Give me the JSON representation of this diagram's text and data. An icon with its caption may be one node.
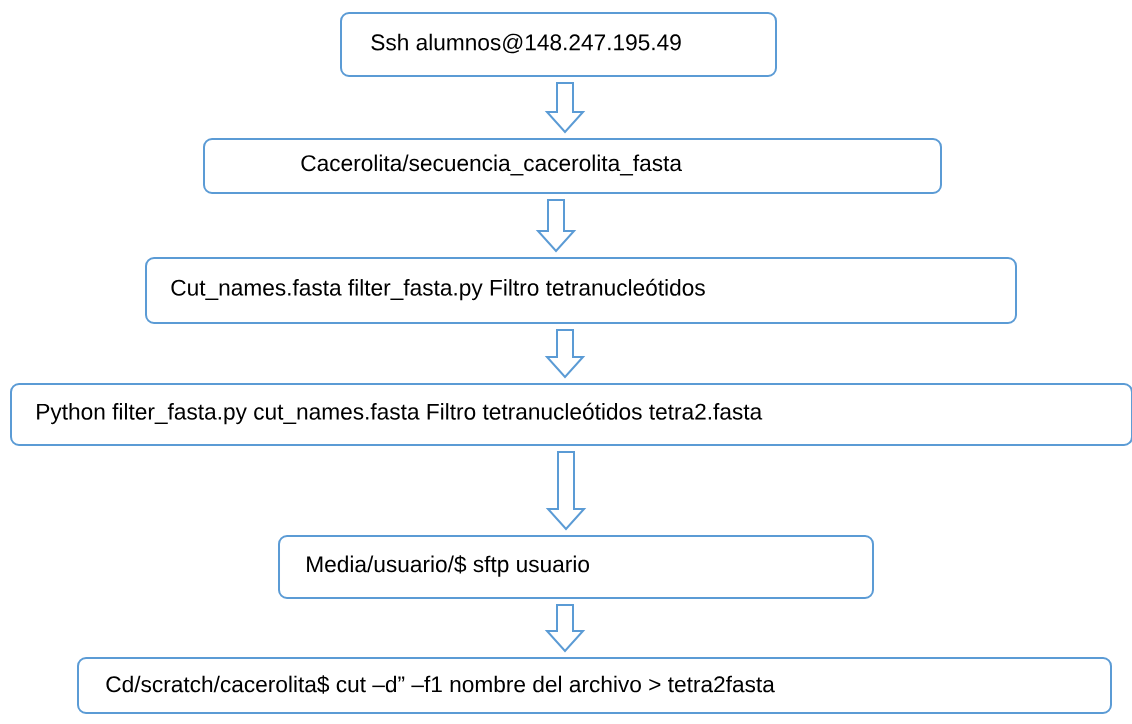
{
  "diagram": {
    "nodes": [
      {
        "text": [
          "Ssh alumnos@148.247.195.49"
        ]
      },
      {
        "text": [
          "Cacerolita/secuencia_cacerolita_fasta"
        ]
      },
      {
        "text": [
          "Cut_names.fasta filter_fasta.py Filtro tetranucleótidos"
        ]
      },
      {
        "text": [
          "Python filter_fasta.py cut_names.fasta Filtro tetranucleótidos tetra2.fasta"
        ]
      },
      {
        "text": [
          "Media/usuario/$ sftp usuario"
        ]
      },
      {
        "text": [
          "Cd/scratch/cacerolita$ cut –d” –f1 nombre del archivo > tetra2fasta"
        ]
      }
    ],
    "edges": [
      {
        "from": 0,
        "to": 1,
        "arrow": "to"
      },
      {
        "from": 1,
        "to": 2,
        "arrow": "to"
      },
      {
        "from": 2,
        "to": 3,
        "arrow": "to"
      },
      {
        "from": 3,
        "to": 4,
        "arrow": "to"
      },
      {
        "from": 4,
        "to": 5,
        "arrow": "to"
      }
    ]
  }
}
